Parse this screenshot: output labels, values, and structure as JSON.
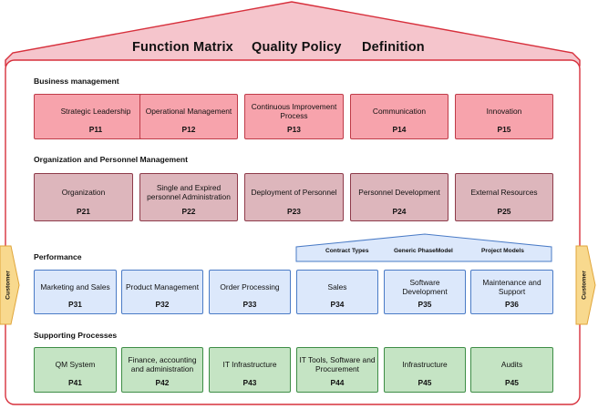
{
  "colors": {
    "frame": "#d7303c",
    "roof_fill": "#f5c5cc",
    "row1_fill": "#f7a3ac",
    "row2_fill": "#ddb6bc",
    "row3_fill": "#dce8fb",
    "row4_fill": "#c5e4c4",
    "customer_arrow": "#f8d98e"
  },
  "roof": {
    "titles": [
      "Function Matrix",
      "Quality Policy",
      "Definition"
    ]
  },
  "customer": {
    "left": "Customer",
    "right": "Customer"
  },
  "sections": [
    {
      "title": "Business management",
      "boxes": [
        {
          "label": "Strategic Leadership",
          "code": "P11"
        },
        {
          "label": "Operational Management",
          "code": "P12"
        },
        {
          "label": "Continuous Improvement Process",
          "code": "P13"
        },
        {
          "label": "Communication",
          "code": "P14"
        },
        {
          "label": "Innovation",
          "code": "P15"
        }
      ]
    },
    {
      "title": "Organization and Personnel Management",
      "boxes": [
        {
          "label": "Organization",
          "code": "P21"
        },
        {
          "label": "Single and Expired personnel Administration",
          "code": "P22"
        },
        {
          "label": "Deployment of Personnel",
          "code": "P23"
        },
        {
          "label": "Personnel Development",
          "code": "P24"
        },
        {
          "label": "External Resources",
          "code": "P25"
        }
      ]
    },
    {
      "title": "Performance",
      "mini_roof": [
        "Contract Types",
        "Generic PhaseModel",
        "Project Models"
      ],
      "boxes": [
        {
          "label": "Marketing and Sales",
          "code": "P31"
        },
        {
          "label": "Product Management",
          "code": "P32"
        },
        {
          "label": "Order Processing",
          "code": "P33"
        },
        {
          "label": "Sales",
          "code": "P34"
        },
        {
          "label": "Software Development",
          "code": "P35"
        },
        {
          "label": "Maintenance and Support",
          "code": "P36"
        }
      ]
    },
    {
      "title": "Supporting Processes",
      "boxes": [
        {
          "label": "QM System",
          "code": "P41"
        },
        {
          "label": "Finance, accounting and administration",
          "code": "P42"
        },
        {
          "label": "IT Infrastructure",
          "code": "P43"
        },
        {
          "label": "IT Tools, Software and Procurement",
          "code": "P44"
        },
        {
          "label": "Infrastructure",
          "code": "P45"
        },
        {
          "label": "Audits",
          "code": "P45"
        }
      ]
    }
  ]
}
